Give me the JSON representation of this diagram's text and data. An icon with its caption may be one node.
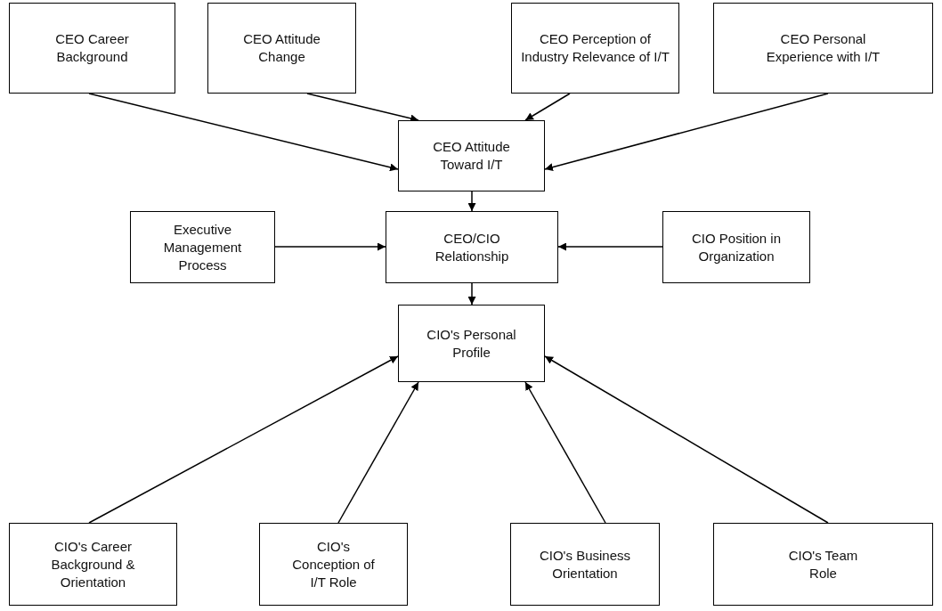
{
  "diagram": {
    "nodes": [
      {
        "text": [
          "CEO Career Background"
        ]
      },
      {
        "text": [
          "CEO Attitude Change"
        ]
      },
      {
        "text": [
          "CEO Perception of Industry Relevance of I/T"
        ]
      },
      {
        "text": [
          "CEO Personal Experience with I/T"
        ]
      },
      {
        "text": [
          "CEO Attitude Toward I/T"
        ]
      },
      {
        "text": [
          "Executive Management Process"
        ]
      },
      {
        "text": [
          "CEO/CIO Relationship"
        ]
      },
      {
        "text": [
          "CIO Position in Organization"
        ]
      },
      {
        "text": [
          "CIO's Personal Profile"
        ]
      },
      {
        "text": [
          "CIO's Career Background & Orientation"
        ]
      },
      {
        "text": [
          "CIO's Conception of I/T Role"
        ]
      },
      {
        "text": [
          "CIO's Business Orientation"
        ]
      },
      {
        "text": [
          "CIO's Team Role"
        ]
      }
    ],
    "edges": [
      {
        "from": 0,
        "to": 4,
        "arrow": "to"
      },
      {
        "from": 1,
        "to": 4,
        "arrow": "to"
      },
      {
        "from": 2,
        "to": 4,
        "arrow": "to"
      },
      {
        "from": 3,
        "to": 4,
        "arrow": "to"
      },
      {
        "from": 4,
        "to": 6,
        "arrow": "to"
      },
      {
        "from": 5,
        "to": 6,
        "arrow": "to"
      },
      {
        "from": 7,
        "to": 6,
        "arrow": "to"
      },
      {
        "from": 6,
        "to": 8,
        "arrow": "to"
      },
      {
        "from": 9,
        "to": 8,
        "arrow": "to"
      },
      {
        "from": 10,
        "to": 8,
        "arrow": "to"
      },
      {
        "from": 11,
        "to": 8,
        "arrow": "to"
      },
      {
        "from": 12,
        "to": 8,
        "arrow": "to"
      }
    ]
  }
}
